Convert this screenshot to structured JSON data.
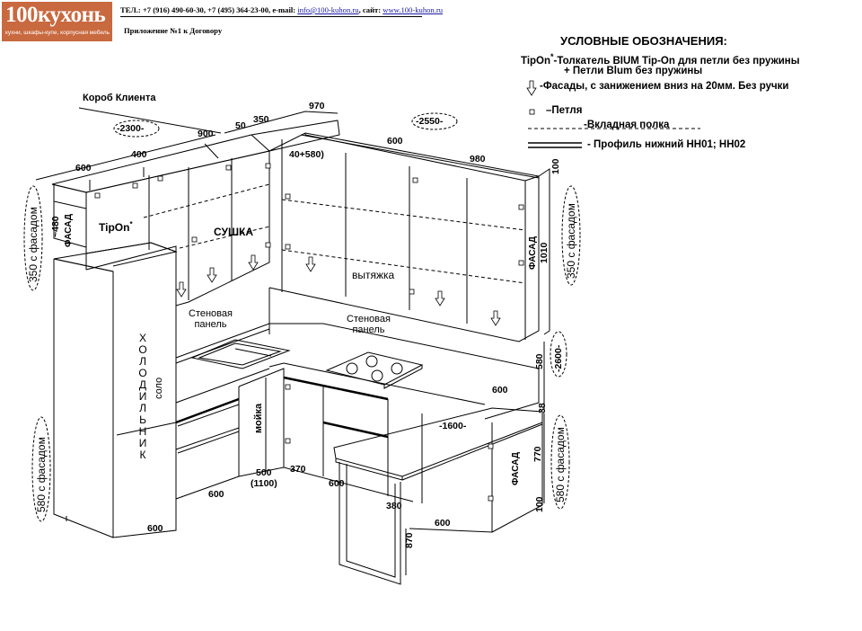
{
  "header": {
    "logo_text": "100кухонь",
    "logo_tagline": "кухни, шкафы-купе, корпусная мебель",
    "phones": "ТЕЛ.: +7 (916) 490-60-30, +7 (495) 364-23-00, e-mail: ",
    "email": "info@100-kuhon.ru",
    "site_label": ", сайт: ",
    "site": "www.100-kuhon.ru",
    "appendix": "Приложение №1 к Договору"
  },
  "legend": {
    "title": "УСЛОВНЫЕ ОБОЗНАЧЕНИЯ:",
    "tipon_symbol": "TipOn",
    "tipon_star": "*",
    "tipon_line1": "-Толкатель BIUM Tip-On  для петли без пружины",
    "tipon_line2": "+ Петли Blum без пружины",
    "arrow_text": "-Фасады, с занижением вниз на 20мм. Без ручки",
    "hinge_text": "–Петля",
    "shelf_text": "-Вкладная полка",
    "profile_text": "-  Профиль нижний НН01; НН02"
  },
  "labels": {
    "client_box": "Короб Клиента",
    "tipon": "TipOn",
    "tipon_star": "*",
    "sushka": "СУШКА",
    "vytyazhka": "вытяжка",
    "wall_panel": "Стеновая\nпанель",
    "wall_panel_1": "Стеновая",
    "wall_panel_2": "панель",
    "fridge": "ХОЛОДИЛЬНИК",
    "solo": "соло",
    "sink": "мойка",
    "facade": "ФАСАД",
    "facade_top_left": "ФАСАД",
    "facade_top_right": "ФАСАД",
    "facade_bottom_right": "ФАСАД",
    "h350_left": "350 с фасадом",
    "h580_left": "580 с фасадом",
    "h350_right": "350 с фасадом",
    "h580_right": "580 с фасадом"
  },
  "dimensions": {
    "d_2300": "-2300-",
    "d_2550": "-2550-",
    "d_2600": "-2600-",
    "d_1600": "-1600-",
    "d_900": "900",
    "d_970": "970",
    "d_600_top_left": "600",
    "d_400": "400",
    "d_50": "50",
    "d_350": "350",
    "d_600_top_mid": "600",
    "d_980": "980",
    "d_100_top": "100",
    "d_40_580": "40+580)",
    "d_480": "~480",
    "d_1010": "1010",
    "d_580_mid": "580",
    "d_600_counter": "600",
    "d_38": "38",
    "d_770": "770",
    "d_100_bottom": "100",
    "d_600_bottom_left": "600",
    "d_600_fridge": "600",
    "d_500": "500",
    "d_1100": "(1100)",
    "d_370": "370",
    "d_600_island": "600",
    "d_380": "380",
    "d_870": "870",
    "d_600_bottom_right": "600"
  },
  "colors": {
    "logo_bg": "#c8693f",
    "line": "#000000",
    "link": "#1a1aa6"
  }
}
